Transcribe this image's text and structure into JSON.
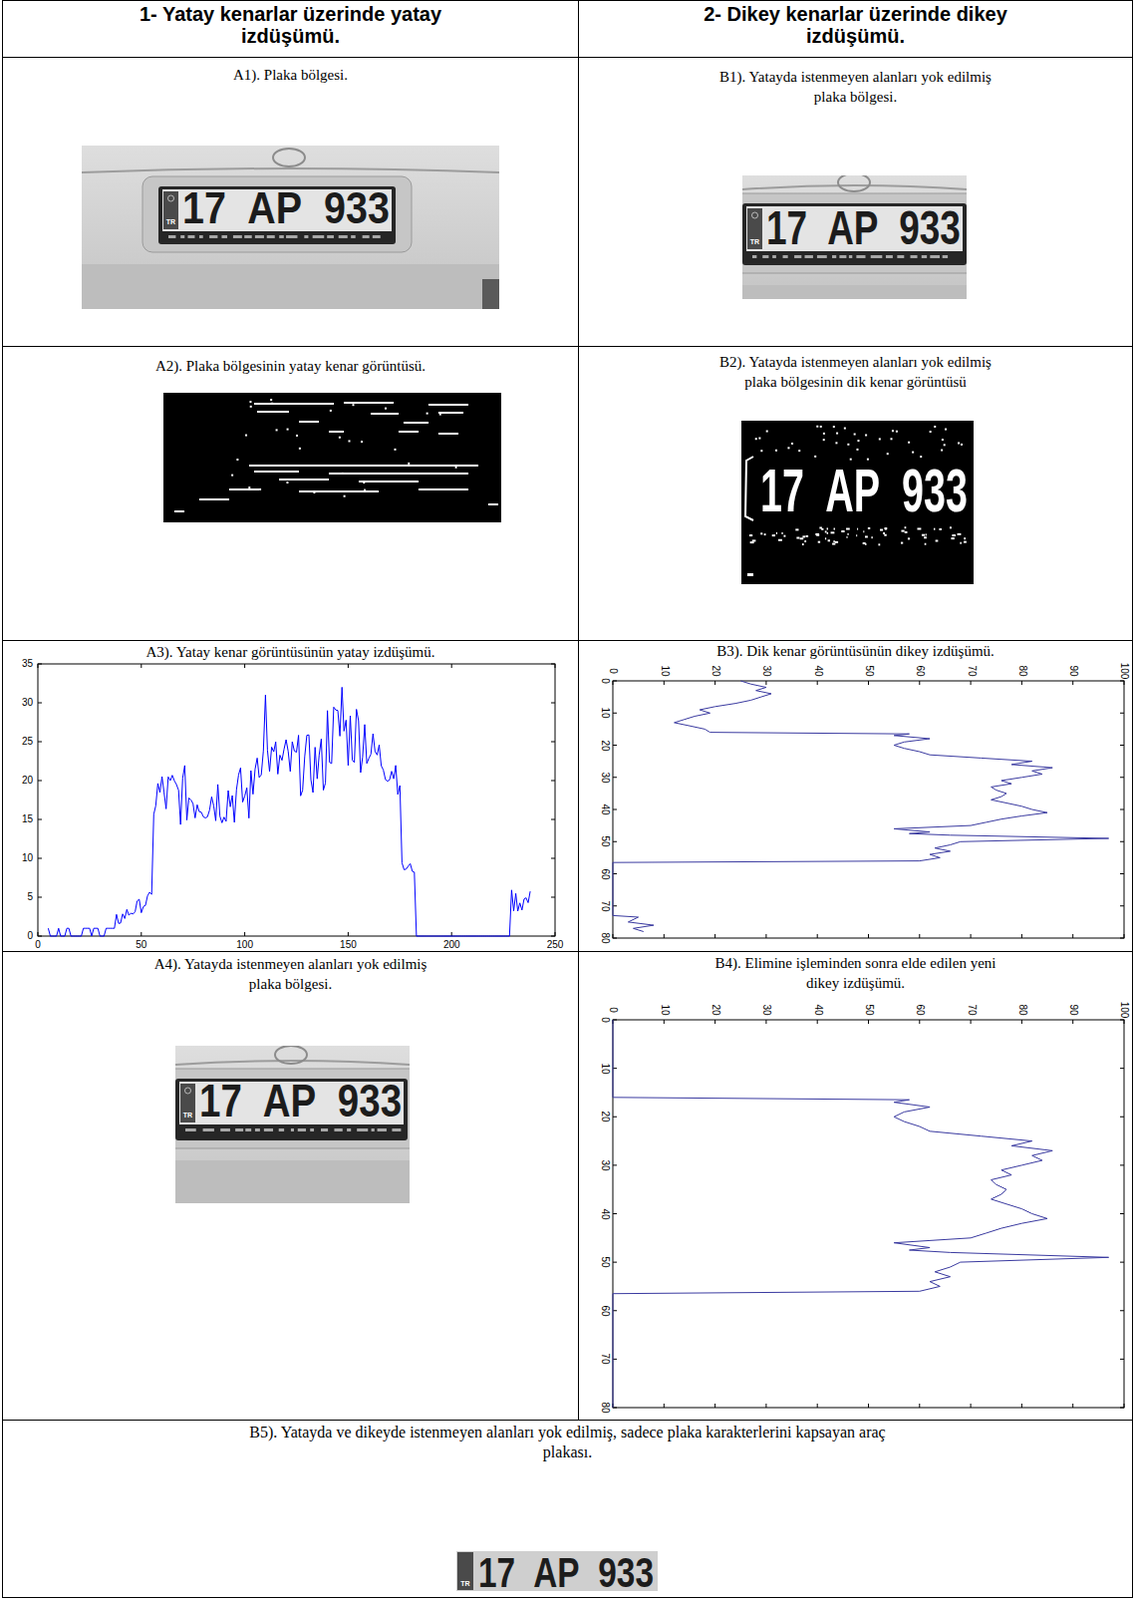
{
  "diagram": {
    "nodes": [
      {
        "text": [
          "1- Yatay kenarlar üzerinde yatay izdüşümü."
        ]
      },
      {
        "text": [
          "2- Dikey kenarlar üzerinde dikey izdüşümü."
        ]
      },
      {
        "text": [
          "A1). Plaka bölgesi."
        ]
      },
      {
        "text": [
          "B1). Yatayda istenmeyen alanları yok edilmiş plaka bölgesi."
        ]
      },
      {
        "text": [
          "A2). Plaka bölgesinin yatay kenar görüntüsü."
        ]
      },
      {
        "text": [
          "B2). Yatayda istenmeyen alanları yok edilmiş plaka bölgesinin dik kenar görüntüsü"
        ]
      },
      {
        "text": [
          "A3). Yatay kenar görüntüsünün yatay izdüşümü."
        ]
      },
      {
        "text": [
          "B3). Dik kenar görüntüsünün dikey izdüşümü."
        ]
      },
      {
        "text": [
          "A4). Yatayda istenmeyen alanları yok edilmiş plaka bölgesi."
        ]
      },
      {
        "text": [
          "B4). Elimine işleminden sonra elde edilen yeni dikey izdüşümü."
        ]
      },
      {
        "text": [
          "B5). Yatayda ve dikeyde istenmeyen alanları yok edilmiş, sadece plaka karakterlerini kapsayan araç plakası."
        ]
      }
    ],
    "labels": [
      "17 AP 933",
      "TR",
      "17 AP 933",
      "TR",
      "17 AP 933",
      "0",
      "5",
      "10",
      "15",
      "20",
      "25",
      "30",
      "35",
      "0",
      "50",
      "100",
      "150",
      "200",
      "250",
      "0",
      "10",
      "20",
      "30",
      "40",
      "50",
      "60",
      "70",
      "80",
      "90",
      "100",
      "0",
      "10",
      "20",
      "30",
      "40",
      "50",
      "60",
      "70",
      "80",
      "17 AP 933",
      "TR",
      "0",
      "10",
      "20",
      "30",
      "40",
      "50",
      "60",
      "70",
      "80",
      "90",
      "100",
      "0",
      "10",
      "20",
      "30",
      "40",
      "50",
      "60",
      "70",
      "80",
      "17 AP 933",
      "TR"
    ]
  }
}
